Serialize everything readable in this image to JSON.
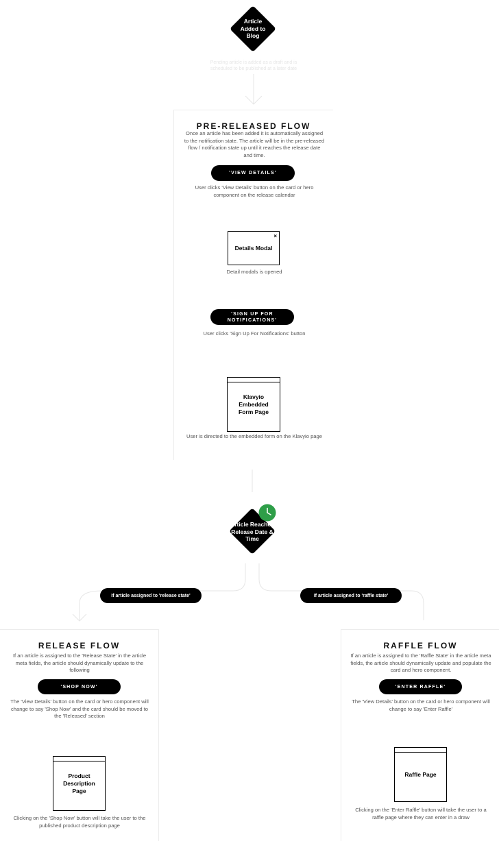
{
  "start_node": {
    "label": "Article Added to Blog"
  },
  "start_note": "Pending article is added as a draft and is scheduled to be published at a later date",
  "pre_released_flow": {
    "title": "PRE-RELEASED FLOW",
    "description": "Once an article has been added it is automatically assigned to the notification state. The article will be in the pre-released flow / notification state up until it reaches the release date and time.",
    "view_details_button": "'VIEW DETAILS'",
    "view_details_caption": "User clicks 'View Details' button on the card or hero component on the release calendar",
    "details_modal_label": "Details Modal",
    "details_modal_close": "×",
    "details_modal_caption": "Detail modals is opened",
    "signup_button": "'SIGN UP FOR NOTIFICATIONS'",
    "signup_caption": "User clicks 'Sign Up For Notifications' button",
    "klaviyo_label": "Klavyio Embedded Form Page",
    "klaviyo_caption": "User is directed to the embedded form on the Klavyio page"
  },
  "release_node": {
    "label": "Article Reaches Release Date & Time",
    "badge_icon": "clock-icon",
    "badge_color": "#2e9e48"
  },
  "conditions": {
    "release": "If article assigned to 'release state'",
    "raffle": "If article assigned to 'raffle state'"
  },
  "release_flow": {
    "title": "RELEASE FLOW",
    "description": "If an article is assigned to the 'Release State' in the article meta fields, the article should dynamically update to the following",
    "button": "'SHOP NOW'",
    "button_caption": "The 'View Details' button on the card or hero component will change to say 'Shop Now' and the card should be moved to the 'Released' section",
    "page_label": "Product Description Page",
    "page_caption": "Clicking on the 'Shop Now' button will take the user to the published product description page"
  },
  "raffle_flow": {
    "title": "RAFFLE FLOW",
    "description": "If an article is assigned to the 'Raffle State' in the article meta fields, the article should dynamically update and populate the card and hero component.",
    "button": "'ENTER RAFFLE'",
    "button_caption": "The 'View Details' button on the card or hero component will change to say 'Enter Raffle'",
    "page_label": "Raffle Page",
    "page_caption": "Clicking on the 'Enter Raffle' button will take the user to a raffle page where they can enter in a draw"
  }
}
